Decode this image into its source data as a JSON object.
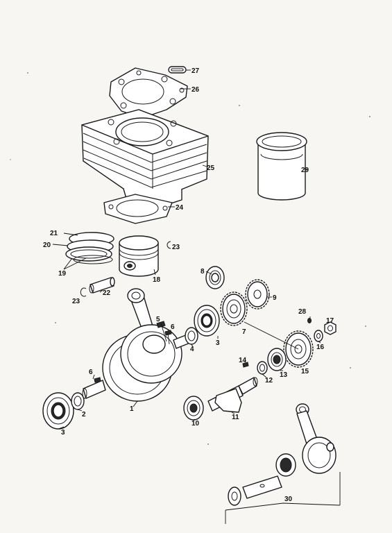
{
  "diagram": {
    "callouts": {
      "c1": "1",
      "c2": "2",
      "c3a": "3",
      "c3b": "3",
      "c4": "4",
      "c5": "5",
      "c6a": "6",
      "c6b": "6",
      "c7": "7",
      "c8": "8",
      "c9": "9",
      "c10": "10",
      "c11": "11",
      "c12": "12",
      "c13": "13",
      "c14": "14",
      "c15": "15",
      "c16": "16",
      "c17": "17",
      "c18": "18",
      "c19": "19",
      "c20": "20",
      "c21": "21",
      "c22": "22",
      "c23a": "23",
      "c23b": "23",
      "c24": "24",
      "c25": "25",
      "c26": "26",
      "c27": "27",
      "c28": "28",
      "c29": "29",
      "c30": "30"
    }
  }
}
